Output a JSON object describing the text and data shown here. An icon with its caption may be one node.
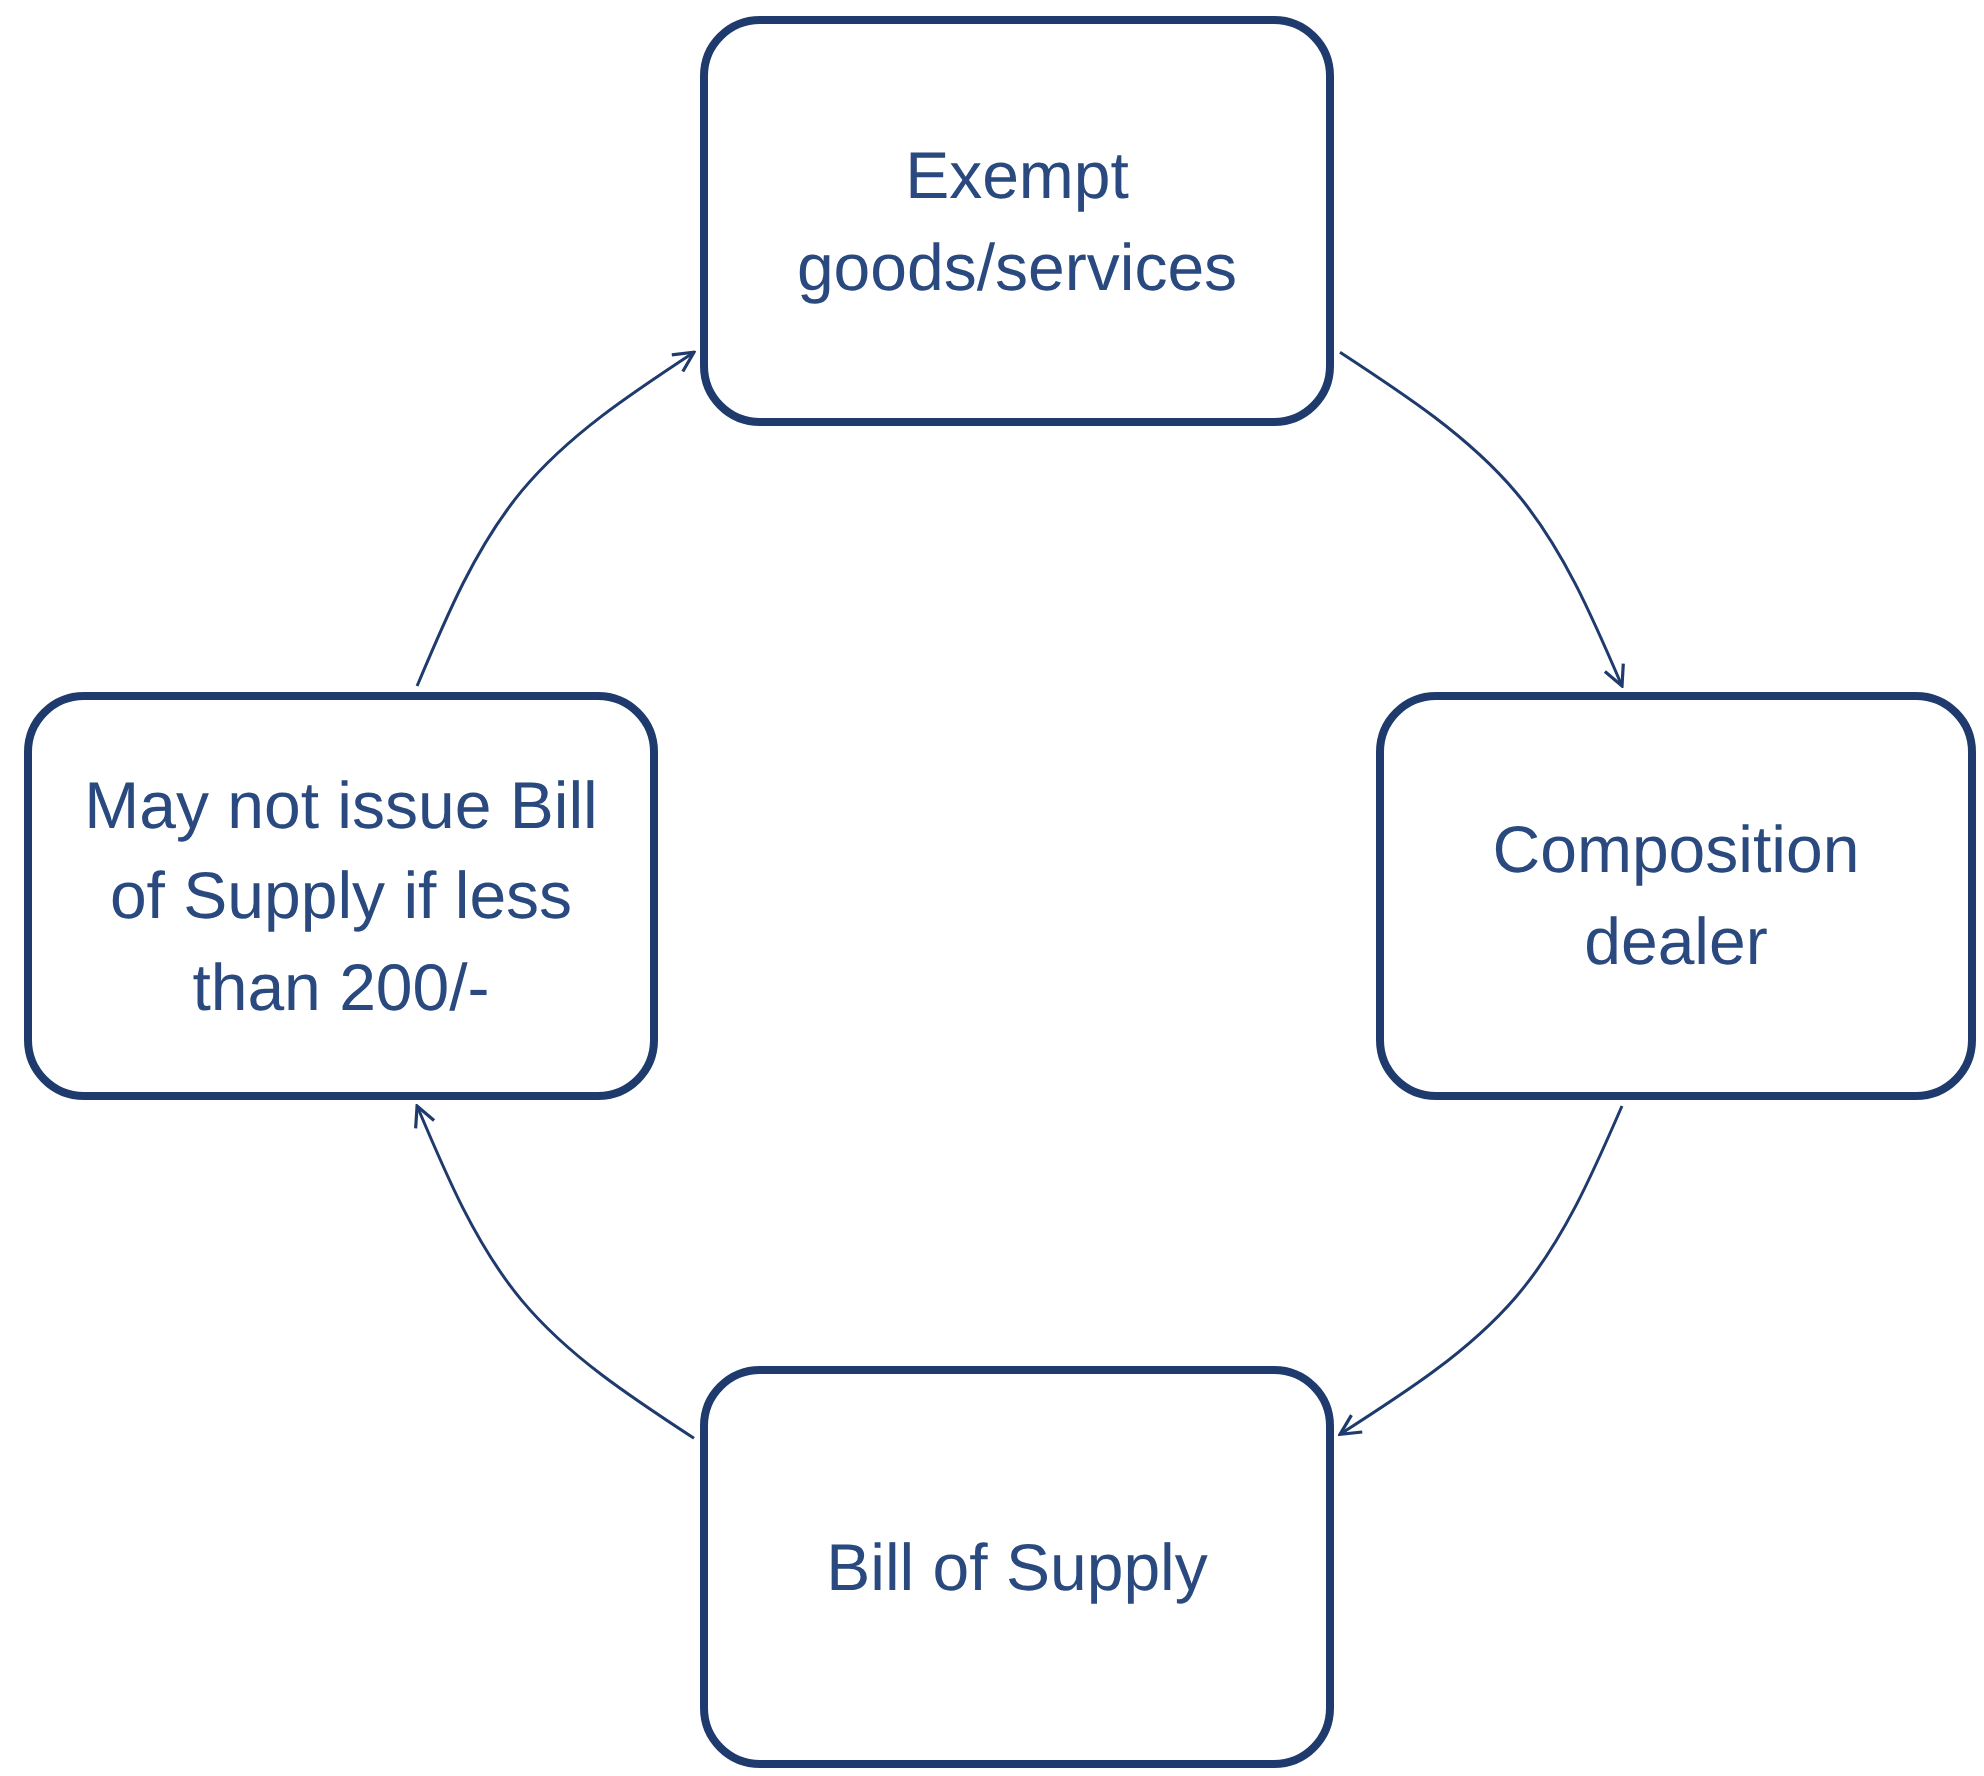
{
  "diagram": {
    "nodes": [
      {
        "text": [
          "Exempt goods/services"
        ]
      },
      {
        "text": [
          "Composition dealer"
        ]
      },
      {
        "text": [
          "Bill of Supply"
        ]
      },
      {
        "text": [
          "May not issue Bill of Supply if less than 200/-"
        ]
      }
    ],
    "edges": [
      {
        "from": 0,
        "to": 1,
        "arrow": "to"
      },
      {
        "from": 1,
        "to": 2,
        "arrow": "to"
      },
      {
        "from": 2,
        "to": 3,
        "arrow": "to"
      },
      {
        "from": 3,
        "to": 0,
        "arrow": "to"
      }
    ]
  }
}
